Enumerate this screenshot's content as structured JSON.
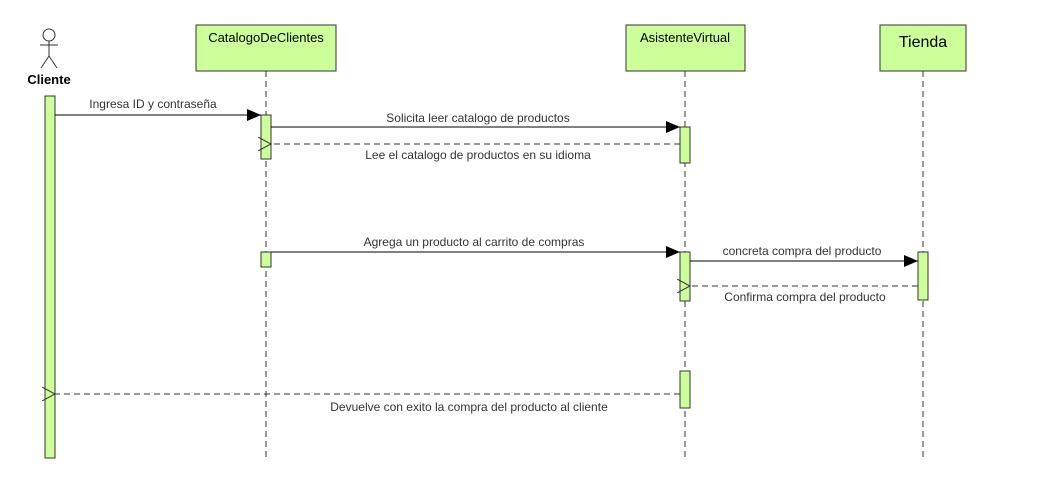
{
  "colors": {
    "fill": "#CCFF99",
    "stroke": "#333333",
    "text": "#333333"
  },
  "actor": {
    "name": "Cliente",
    "icon": "stick-figure-actor-icon"
  },
  "lifelines": [
    {
      "id": "catalogo",
      "name": "CatalogoDeClientes"
    },
    {
      "id": "asistente",
      "name": "AsistenteVirtual"
    },
    {
      "id": "tienda",
      "name": "Tienda"
    }
  ],
  "messages": [
    {
      "from": "cliente",
      "to": "catalogo",
      "type": "sync",
      "label": "Ingresa ID y contraseña"
    },
    {
      "from": "catalogo",
      "to": "asistente",
      "type": "sync",
      "label": "Solicita leer catalogo de productos"
    },
    {
      "from": "asistente",
      "to": "catalogo",
      "type": "return",
      "label": "Lee el catalogo de productos en su idioma"
    },
    {
      "from": "catalogo",
      "to": "asistente",
      "type": "sync",
      "label": "Agrega un producto al carrito de compras"
    },
    {
      "from": "asistente",
      "to": "tienda",
      "type": "sync",
      "label": "concreta compra del producto"
    },
    {
      "from": "tienda",
      "to": "asistente",
      "type": "return",
      "label": "Confirma compra del producto"
    },
    {
      "from": "asistente",
      "to": "cliente",
      "type": "return",
      "label": "Devuelve con exito la compra del producto al cliente"
    }
  ]
}
